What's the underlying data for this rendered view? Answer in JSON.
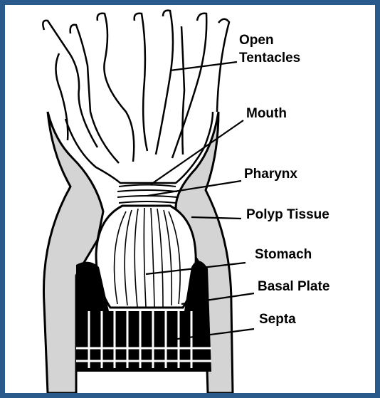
{
  "colors": {
    "frame": "#2a5a8c",
    "background": "#ffffff",
    "tissue": "#d4d4d4",
    "ink": "#000000"
  },
  "labels": {
    "open_tentacles_line1": "Open",
    "open_tentacles_line2": "Tentacles",
    "mouth": "Mouth",
    "pharynx": "Pharynx",
    "polyp_tissue": "Polyp Tissue",
    "stomach": "Stomach",
    "basal_plate": "Basal Plate",
    "septa": "Septa"
  }
}
